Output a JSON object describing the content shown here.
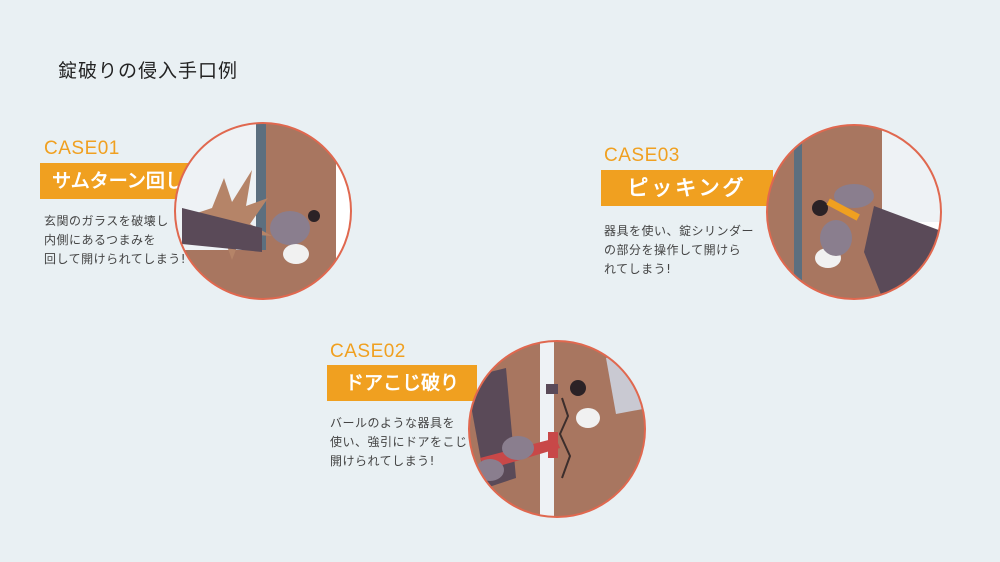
{
  "page": {
    "title": "錠破りの侵入手口例"
  },
  "cases": [
    {
      "label": "CASE01",
      "title": "サムターン回し",
      "lines": [
        "玄関のガラスを破壊し",
        "内側にあるつまみを",
        "回して開けられてしまう!"
      ]
    },
    {
      "label": "CASE02",
      "title": "ドアこじ破り",
      "lines": [
        "バールのような器具を",
        "使い、強引にドアをこじ",
        "開けられてしまう!"
      ]
    },
    {
      "label": "CASE03",
      "title": "ピッキング",
      "lines": [
        "器具を使い、錠シリンダー",
        "の部分を操作して開けら",
        "れてしまう!"
      ]
    }
  ],
  "colors": {
    "accent": "#f0a020",
    "circle_border": "#e0684f",
    "door": "#a87660",
    "sleeve": "#5a4a58",
    "glove": "#8a7e8e",
    "background": "#e9f0f3"
  }
}
